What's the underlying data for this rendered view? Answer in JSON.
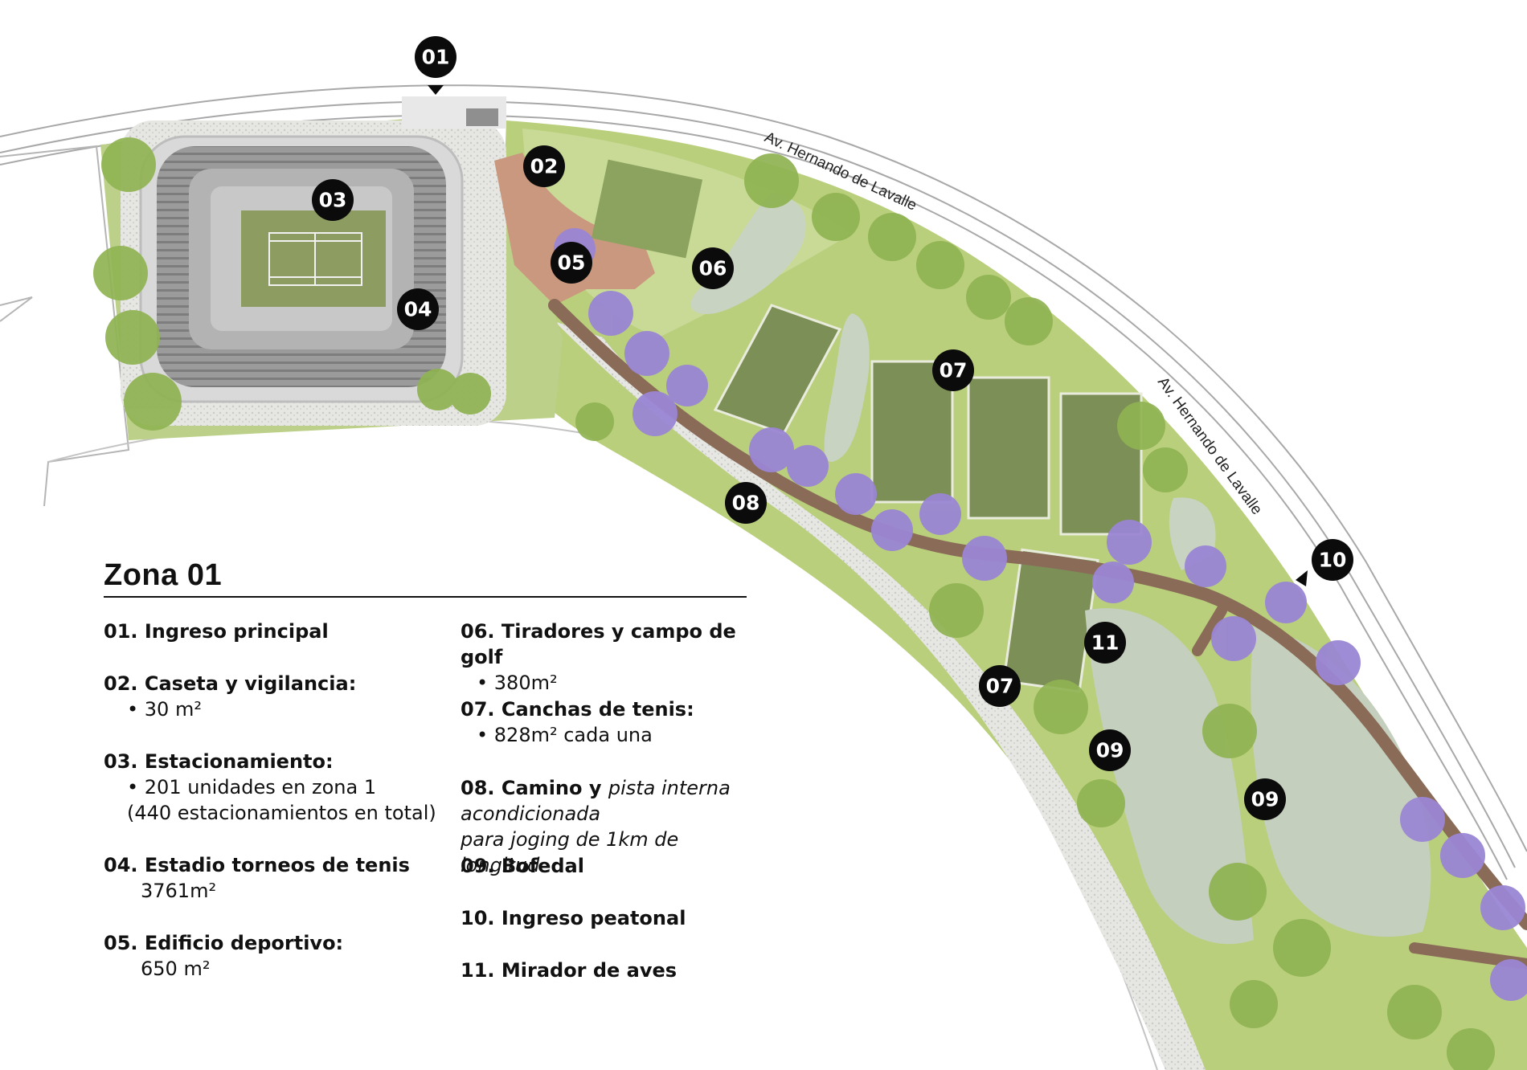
{
  "colors": {
    "marker": "#0b0b0b",
    "grass": "#b7cf7a",
    "grass_light": "#cddc9a",
    "tree": "#8fb352",
    "jacaranda": "#9d8ad6",
    "water": "#c9d3c1",
    "court": "#7d8f58",
    "path": "#8b6b57",
    "stadium": "#8e8e8e",
    "road_line": "#9a9a9a"
  },
  "streets": [
    {
      "name": "Av. Hernando de Lavalle"
    },
    {
      "name": "Av. Hernando de Lavalle"
    }
  ],
  "markers": [
    {
      "label": "01"
    },
    {
      "label": "02"
    },
    {
      "label": "03"
    },
    {
      "label": "04"
    },
    {
      "label": "05"
    },
    {
      "label": "06"
    },
    {
      "label": "07"
    },
    {
      "label": "07"
    },
    {
      "label": "08"
    },
    {
      "label": "09"
    },
    {
      "label": "09"
    },
    {
      "label": "10"
    },
    {
      "label": "11"
    }
  ],
  "legend": {
    "title": "Zona 01",
    "items": [
      {
        "label": "01. Ingreso principal"
      },
      {
        "label": "02. Caseta y vigilancia:",
        "detail": "• 30 m²"
      },
      {
        "label": "03. Estacionamiento:",
        "detail": "• 201 unidades en zona 1",
        "detail2": "(440 estacionamientos en total)"
      },
      {
        "label": "04. Estadio torneos de tenis",
        "detail": "3761m²"
      },
      {
        "label": "05. Edificio deportivo:",
        "detail": "650 m²"
      },
      {
        "label": "06. Tiradores y campo de golf",
        "detail": "• 380m²"
      },
      {
        "label": "07. Canchas de tenis:",
        "detail": "• 828m² cada una"
      },
      {
        "label": "08. Camino y ",
        "italic": "pista interna acondicionada",
        "detail": "para joging de 1km de longitud"
      },
      {
        "label": "09.  Bofedal"
      },
      {
        "label": "10. Ingreso peatonal"
      },
      {
        "label": "11. Mirador de aves"
      }
    ]
  }
}
